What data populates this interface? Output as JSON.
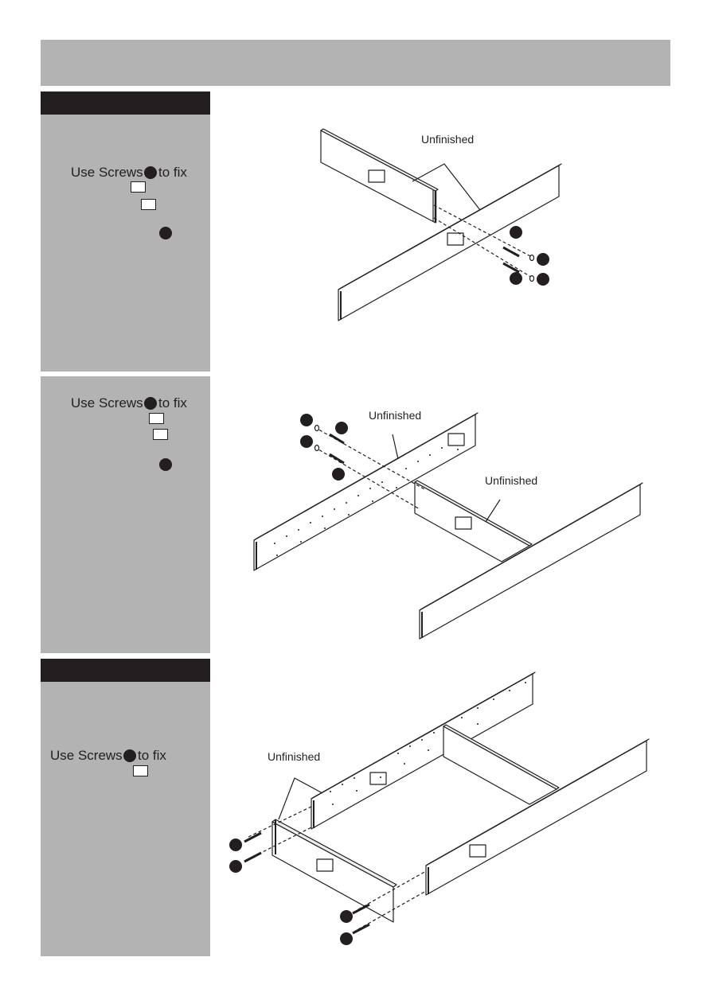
{
  "steps": [
    {
      "instruction_prefix": "Use Screws",
      "instruction_suffix": "to fix"
    },
    {
      "instruction_prefix": "Use Screws",
      "instruction_suffix": "to fix"
    },
    {
      "instruction_prefix": "Use Screws",
      "instruction_suffix": "to fix"
    }
  ],
  "diagram_labels": {
    "step1_unfinished": "Unfinished",
    "step2_unfinished_a": "Unfinished",
    "step2_unfinished_b": "Unfinished",
    "step3_unfinished": "Unfinished"
  },
  "colors": {
    "panel_gray": "#b3b3b3",
    "ink": "#231f20"
  }
}
